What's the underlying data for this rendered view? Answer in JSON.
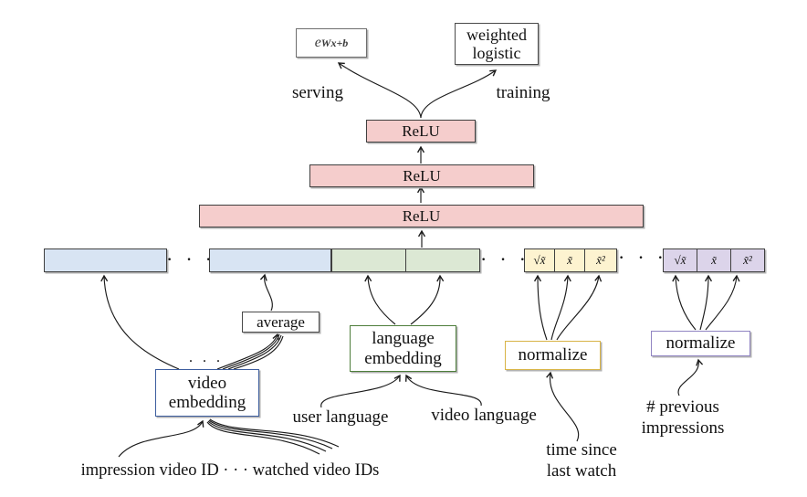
{
  "colors": {
    "pink": "#f5cdcc",
    "blue": "#d8e4f3",
    "green": "#dce8d4",
    "yellow": "#fdf3d0",
    "purple": "#dcd4ea",
    "strip-border": "#3f3f3f",
    "box-border": "#4a4a4a",
    "exp-border": "#6e6e6e",
    "video-emb-border": "#3c5d9e",
    "lang-emb-border": "#4e7e3b",
    "norm-yellow-border": "#d8b447",
    "norm-purple-border": "#9185c2",
    "arrow": "#1a1a1a",
    "shadow": "#b3b3b3"
  },
  "output_heads": {
    "serving_formula_base": "e",
    "serving_formula_exponent": "Wx+b",
    "training_head_line1": "weighted",
    "training_head_line2": "logistic",
    "serving_arrow_label": "serving",
    "training_arrow_label": "training"
  },
  "hidden_layers": {
    "relu1": "ReLU",
    "relu2": "ReLU",
    "relu3": "ReLU"
  },
  "feature_cells": {
    "sqrt": "√x̃",
    "linear": "x̃",
    "squared": "x̃²"
  },
  "transforms": {
    "average": "average",
    "language_embedding_line1": "language",
    "language_embedding_line2": "embedding",
    "normalize_time": "normalize",
    "normalize_impressions": "normalize",
    "video_embedding_line1": "video",
    "video_embedding_line2": "embedding"
  },
  "inputs": {
    "impression_watched": "impression video ID · · · watched video IDs",
    "user_language": "user language",
    "video_language": "video language",
    "time_since_line1": "time since",
    "time_since_line2": "last watch",
    "prev_impressions_line1": "# previous",
    "prev_impressions_line2": "impressions"
  },
  "ellipsis": "· · ·",
  "ellipsis_small": "· · ·"
}
